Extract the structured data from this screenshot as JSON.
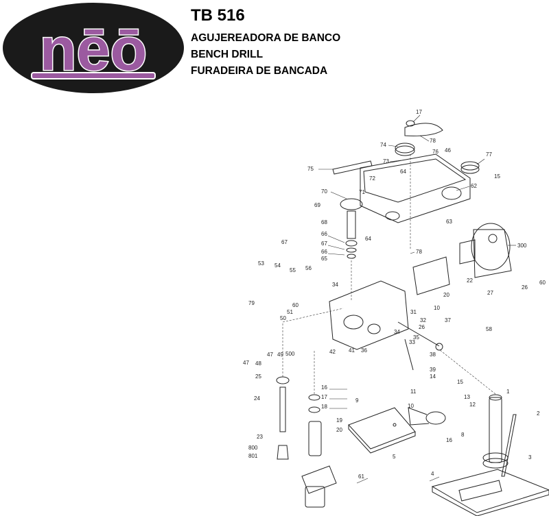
{
  "logo": {
    "text": "nēō",
    "bg_color": "#1a1a1a",
    "fill_color": "#9b5aa0"
  },
  "header": {
    "model": "TB 516",
    "title_es": "AGUJEREADORA DE BANCO",
    "title_en": "BENCH DRILL",
    "title_pt": "FURADEIRA DE BANCADA"
  },
  "diagram": {
    "labels": [
      "17",
      "74",
      "78",
      "73",
      "76",
      "46",
      "77",
      "75",
      "15",
      "64",
      "72",
      "62",
      "70",
      "71",
      "69",
      "68",
      "63",
      "64",
      "66",
      "67",
      "66",
      "65",
      "300",
      "67",
      "78",
      "53",
      "54",
      "55",
      "56",
      "20",
      "22",
      "27",
      "26",
      "60",
      "34",
      "79",
      "60",
      "51",
      "50",
      "31",
      "26",
      "10",
      "32",
      "37",
      "58",
      "34",
      "33",
      "35",
      "47",
      "48",
      "47",
      "49",
      "500",
      "42",
      "41",
      "36",
      "38",
      "39",
      "25",
      "16",
      "17",
      "18",
      "14",
      "15",
      "11",
      "13",
      "12",
      "10",
      "1",
      "2",
      "24",
      "9",
      "19",
      "20",
      "5",
      "16",
      "8",
      "23",
      "800",
      "801",
      "3",
      "4",
      "61"
    ]
  }
}
